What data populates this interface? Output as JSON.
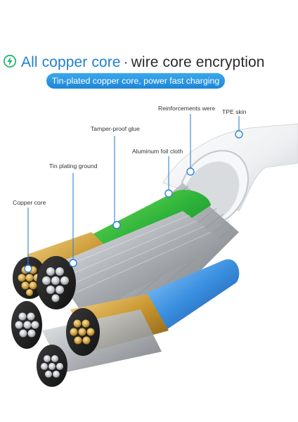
{
  "headline": {
    "primary": "All copper core",
    "separator": "·",
    "secondary": "wire core encryption"
  },
  "subtitle": "Tin-plated copper core, power fast charging",
  "callouts": {
    "copper_core": "Copper core",
    "tin_plating_ground": "Tin plating ground",
    "tamper_proof_glue": "Tamper-proof glue",
    "aluminum_foil_cloth": "Aluminum foil cloth",
    "reinforcements": "Reinforcements were",
    "tpe_skin": "TPE skin"
  },
  "icons": {
    "bolt": "lightning-bolt-icon"
  },
  "colors": {
    "accent_blue": "#1f7fd0",
    "pill_blue": "#2a97e3",
    "bolt_green": "#2ab673",
    "copper": "#d1a441",
    "green_wire": "#3bbf3c",
    "blue_wire": "#3a8fe0",
    "silver": "#b9bcc0"
  }
}
